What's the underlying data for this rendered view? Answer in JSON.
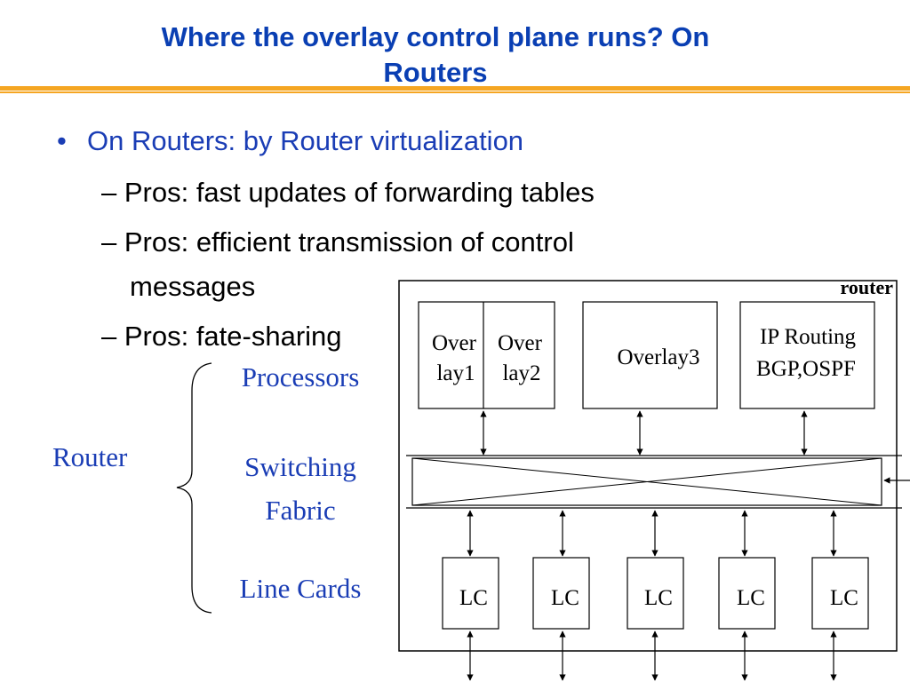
{
  "slide": {
    "title_line1": "Where the overlay control plane runs? On",
    "title_line2": "Routers",
    "accent_color": "#f5a623",
    "title_color": "#0a3fb3"
  },
  "bullets": {
    "main": "On Routers: by Router virtualization",
    "sub1": "– Pros: fast updates of forwarding tables",
    "sub2_line1": "– Pros: efficient transmission of control",
    "sub2_line2": "messages",
    "sub3": "– Pros: fate-sharing"
  },
  "diagram": {
    "router_box_label": "router",
    "overlay1_l1": "Over",
    "overlay1_l2": "lay1",
    "overlay2_l1": "Over",
    "overlay2_l2": "lay2",
    "overlay3": "Overlay3",
    "ip_routing_l1": "IP Routing",
    "ip_routing_l2": "BGP,OSPF",
    "line_card": "LC",
    "legend_router": "Router",
    "legend_processors": "Processors",
    "legend_switching_l1": "Switching",
    "legend_switching_l2": "Fabric",
    "legend_line_cards": "Line Cards",
    "legend_color": "#1a3db5"
  }
}
